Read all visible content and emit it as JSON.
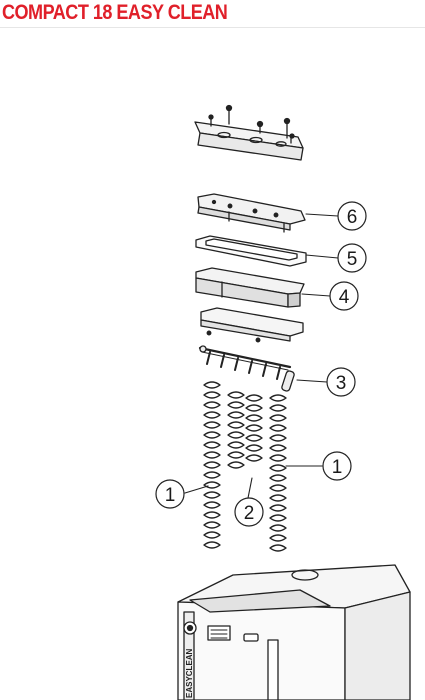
{
  "page": {
    "title": "COMPACT 18 EASY CLEAN",
    "accent_color": "#e0202a"
  },
  "diagram": {
    "machine_brand_label": "EASYCLEAN",
    "callouts": [
      {
        "id": "6",
        "label": "6"
      },
      {
        "id": "5",
        "label": "5"
      },
      {
        "id": "4",
        "label": "4"
      },
      {
        "id": "3",
        "label": "3"
      },
      {
        "id": "1-right",
        "label": "1"
      },
      {
        "id": "1-left",
        "label": "1"
      },
      {
        "id": "2",
        "label": "2"
      }
    ]
  }
}
